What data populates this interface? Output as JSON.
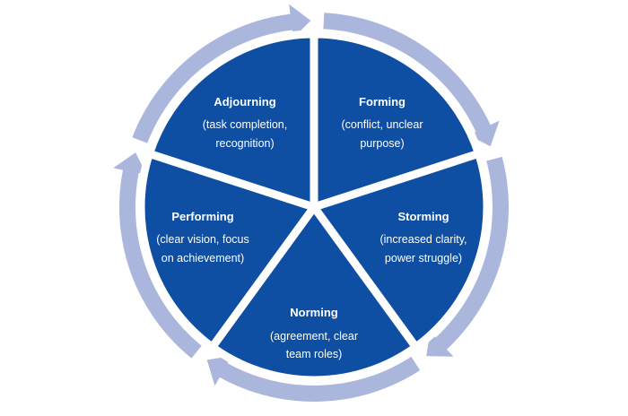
{
  "colors": {
    "segment_fill": "#0e4fa3",
    "ring_fill": "#aab6dc",
    "background": "#ffffff",
    "text": "#ffffff"
  },
  "stages": [
    {
      "title": "Forming",
      "desc_line1": "(conflict, unclear",
      "desc_line2": "purpose)"
    },
    {
      "title": "Storming",
      "desc_line1": "(increased clarity,",
      "desc_line2": "power struggle)"
    },
    {
      "title": "Norming",
      "desc_line1": "(agreement, clear",
      "desc_line2": "team roles)"
    },
    {
      "title": "Performing",
      "desc_line1": "(clear vision, focus",
      "desc_line2": "on achievement)"
    },
    {
      "title": "Adjourning",
      "desc_line1": "(task completion,",
      "desc_line2": "recognition)"
    }
  ]
}
